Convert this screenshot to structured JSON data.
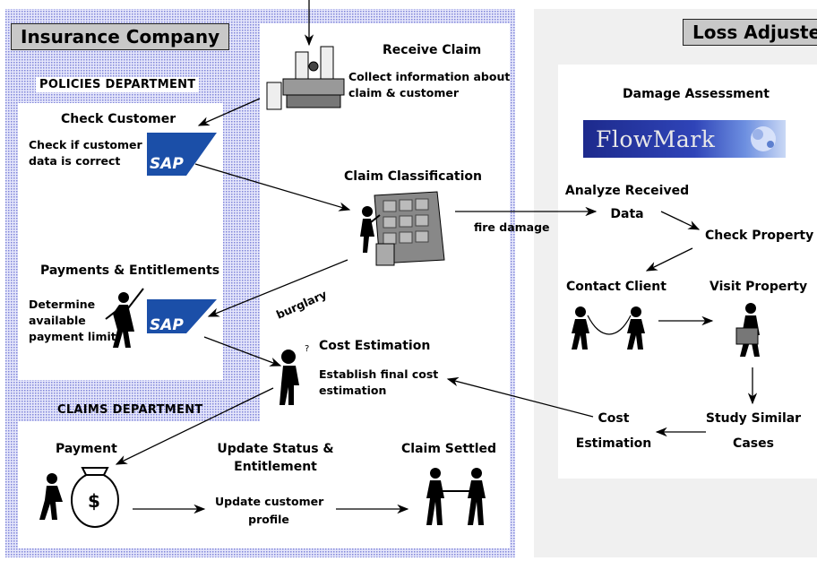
{
  "insurance_company": {
    "title": "Insurance Company",
    "policies_dept": "POLICIES DEPARTMENT",
    "claims_dept": "CLAIMS DEPARTMENT"
  },
  "loss_adjuster": {
    "title": "Loss Adjuster",
    "damage_assessment": "Damage Assessment",
    "logo_text": "FlowMark"
  },
  "nodes": {
    "receive_claim": {
      "title": "Receive Claim",
      "desc_1": "Collect information about",
      "desc_2": "claim & customer"
    },
    "check_customer": {
      "title": "Check Customer",
      "desc_1": "Check if customer",
      "desc_2": "data is correct"
    },
    "claim_classification": {
      "title": "Claim Classification"
    },
    "payments_entitlements": {
      "title": "Payments & Entitlements",
      "desc_1": "Determine",
      "desc_2": "available",
      "desc_3": "payment limit"
    },
    "cost_estimation": {
      "title": "Cost Estimation",
      "desc_1": "Establish final cost",
      "desc_2": "estimation"
    },
    "payment": {
      "title": "Payment"
    },
    "update_status": {
      "title_1": "Update Status &",
      "title_2": "Entitlement",
      "desc_1": "Update customer",
      "desc_2": "profile"
    },
    "claim_settled": {
      "title": "Claim Settled"
    },
    "analyze_data": {
      "title_1": "Analyze Received",
      "title_2": "Data"
    },
    "check_property": {
      "title": "Check Property"
    },
    "contact_client": {
      "title": "Contact Client"
    },
    "visit_property": {
      "title": "Visit Property"
    },
    "la_cost_estimation": {
      "title_1": "Cost",
      "title_2": "Estimation"
    },
    "study_cases": {
      "title_1": "Study Similar",
      "title_2": "Cases"
    }
  },
  "edge_labels": {
    "fire_damage": "fire damage",
    "burglary": "burglary"
  },
  "sap_logo_text": "SAP",
  "colors": {
    "insurance_bg": "#c9cbf5",
    "loss_adjuster_bg": "#f0f0f0",
    "flowmark_blue": "#1d2a8c",
    "sap_blue": "#1b4fa8"
  }
}
